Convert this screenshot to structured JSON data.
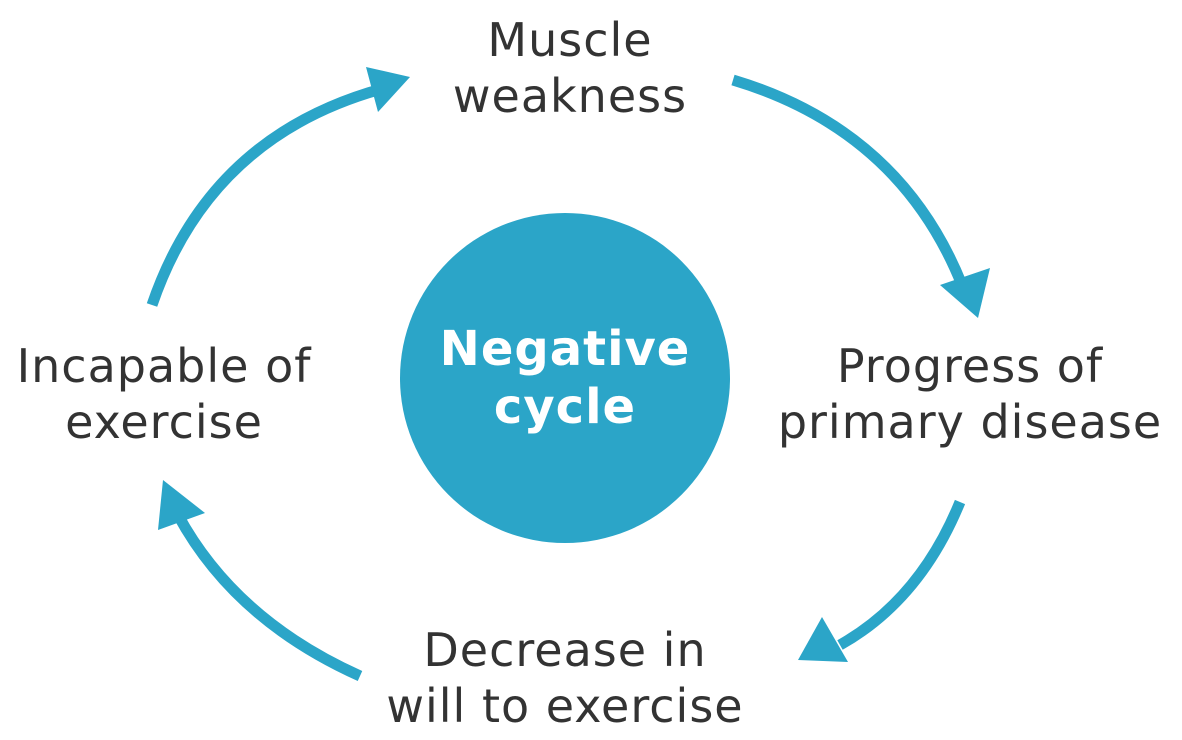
{
  "diagram": {
    "accent_color": "#2ba5c8",
    "text_color": "#333333",
    "center": {
      "line1": "Negative",
      "line2": "cycle"
    },
    "nodes": {
      "top": {
        "line1": "Muscle",
        "line2": "weakness"
      },
      "right": {
        "line1": "Progress of",
        "line2": "primary disease"
      },
      "bottom": {
        "line1": "Decrease in",
        "line2": "will to exercise"
      },
      "left": {
        "line1": "Incapable of",
        "line2": "exercise"
      }
    },
    "arrows": [
      {
        "from": "top",
        "to": "right"
      },
      {
        "from": "right",
        "to": "bottom"
      },
      {
        "from": "bottom",
        "to": "left"
      },
      {
        "from": "left",
        "to": "top"
      }
    ]
  }
}
